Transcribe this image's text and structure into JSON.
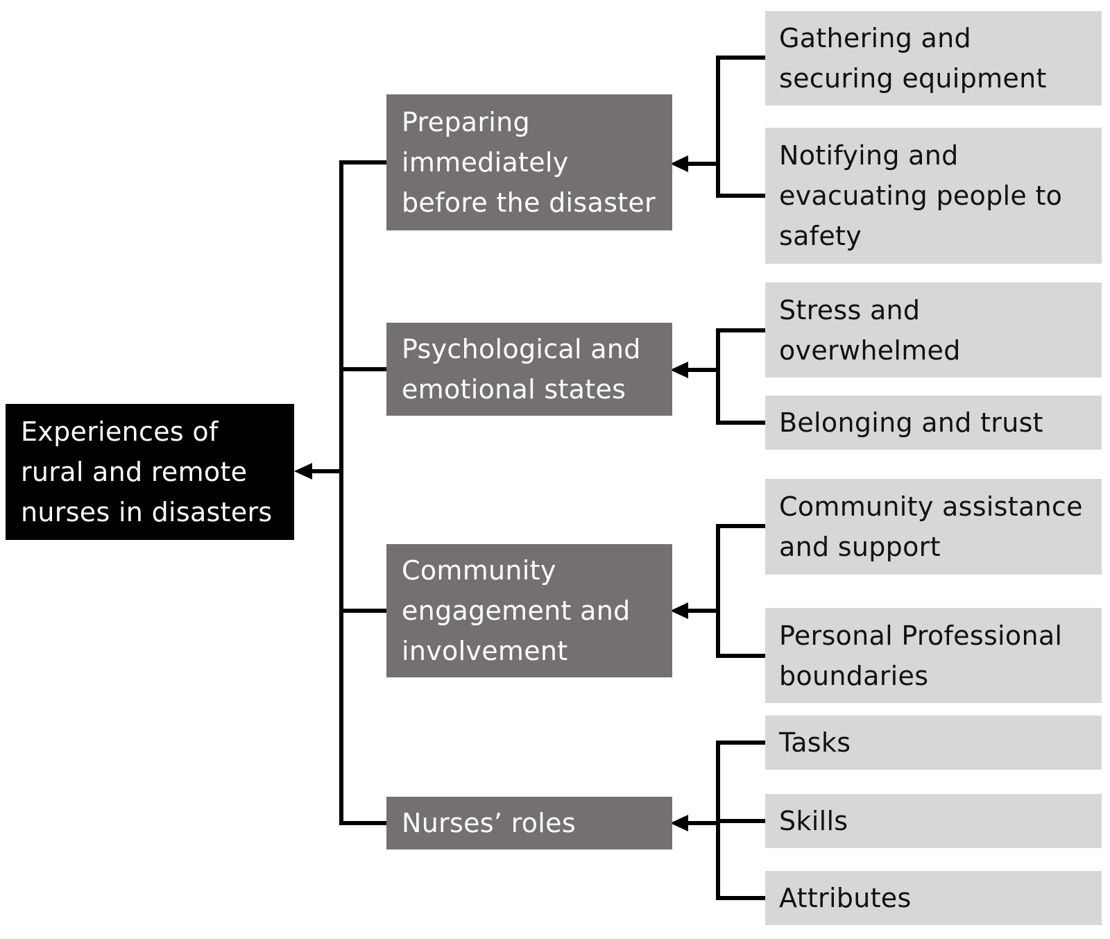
{
  "diagram": {
    "root": {
      "label": "Experiences of\nrural and remote\nnurses in disasters"
    },
    "themes": [
      {
        "label": "Preparing\nimmediately\nbefore the disaster",
        "subthemes": [
          "Gathering and\nsecuring equipment",
          "Notifying and\nevacuating people to\nsafety"
        ]
      },
      {
        "label": "Psychological and\nemotional states",
        "subthemes": [
          "Stress and\noverwhelmed",
          "Belonging and trust"
        ]
      },
      {
        "label": "Community\nengagement and\ninvolvement",
        "subthemes": [
          "Community assistance\nand support",
          "Personal Professional\nboundaries"
        ]
      },
      {
        "label": "Nurses’ roles",
        "subthemes": [
          "Tasks",
          "Skills",
          "Attributes"
        ]
      }
    ]
  },
  "colors": {
    "root_fill": "#000000",
    "theme_fill": "#747070",
    "subtheme_fill": "#d7d7d7",
    "connector": "#000000"
  }
}
